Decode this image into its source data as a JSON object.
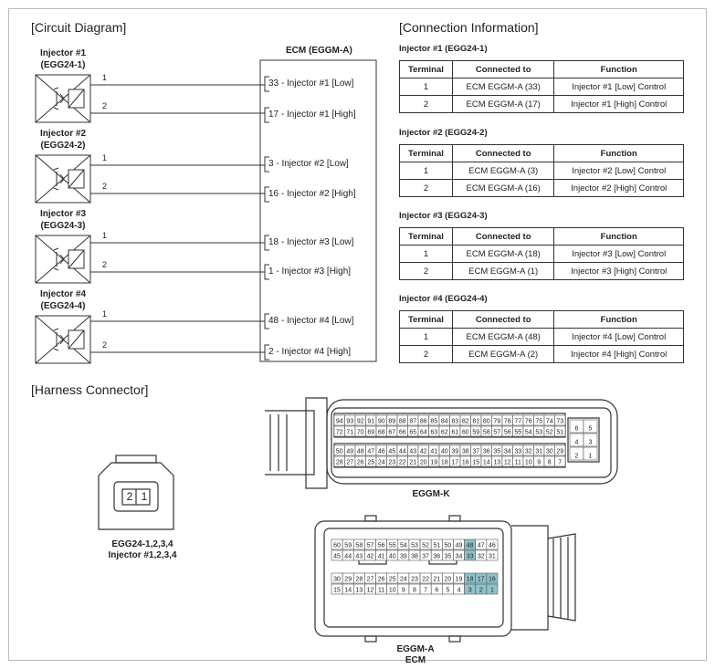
{
  "sections": {
    "circuit": "[Circuit Diagram]",
    "connection": "[Connection Information]",
    "harness": "[Harness Connector]"
  },
  "ecm_title": "ECM (EGGM-A)",
  "injectors": [
    {
      "title1": "Injector #1",
      "title2": "(EGG24-1)",
      "pin1": "1",
      "pin2": "2",
      "ecm_low": "33 - Injector #1 [Low]",
      "ecm_high": "17 - Injector #1 [High]"
    },
    {
      "title1": "Injector #2",
      "title2": "(EGG24-2)",
      "pin1": "1",
      "pin2": "2",
      "ecm_low": "3 - Injector #2 [Low]",
      "ecm_high": "16 - Injector #2 [High]"
    },
    {
      "title1": "Injector #3",
      "title2": "(EGG24-3)",
      "pin1": "1",
      "pin2": "2",
      "ecm_low": "18 - Injector #3 [Low]",
      "ecm_high": "1 - Injector #3 [High]"
    },
    {
      "title1": "Injector #4",
      "title2": "(EGG24-4)",
      "pin1": "1",
      "pin2": "2",
      "ecm_low": "48 - Injector #4 [Low]",
      "ecm_high": "2 - Injector #4 [High]"
    }
  ],
  "tables": [
    {
      "title": "Injector #1 (EGG24-1)",
      "headers": [
        "Terminal",
        "Connected to",
        "Function"
      ],
      "rows": [
        [
          "1",
          "ECM EGGM-A (33)",
          "Injector #1 [Low] Control"
        ],
        [
          "2",
          "ECM EGGM-A (17)",
          "Injector #1 [High] Control"
        ]
      ]
    },
    {
      "title": "Injector #2 (EGG24-2)",
      "headers": [
        "Terminal",
        "Connected to",
        "Function"
      ],
      "rows": [
        [
          "1",
          "ECM EGGM-A (3)",
          "Injector #2 [Low] Control"
        ],
        [
          "2",
          "ECM EGGM-A (16)",
          "Injector #2 [High] Control"
        ]
      ]
    },
    {
      "title": "Injector #3 (EGG24-3)",
      "headers": [
        "Terminal",
        "Connected to",
        "Function"
      ],
      "rows": [
        [
          "1",
          "ECM EGGM-A (18)",
          "Injector #3 [Low] Control"
        ],
        [
          "2",
          "ECM EGGM-A (1)",
          "Injector #3 [High] Control"
        ]
      ]
    },
    {
      "title": "Injector #4 (EGG24-4)",
      "headers": [
        "Terminal",
        "Connected to",
        "Function"
      ],
      "rows": [
        [
          "1",
          "ECM EGGM-A (48)",
          "Injector #4 [Low] Control"
        ],
        [
          "2",
          "ECM EGGM-A (2)",
          "Injector #4 [High] Control"
        ]
      ]
    }
  ],
  "injector_connector": {
    "pins": [
      "2",
      "1"
    ],
    "label1": "EGG24-1,2,3,4",
    "label2": "Injector #1,2,3,4"
  },
  "eggm_k": {
    "label": "EGGM-K",
    "rows": [
      [
        "94",
        "93",
        "92",
        "91",
        "90",
        "89",
        "88",
        "87",
        "86",
        "85",
        "84",
        "83",
        "82",
        "81",
        "80",
        "79",
        "78",
        "77",
        "76",
        "75",
        "74",
        "73"
      ],
      [
        "72",
        "71",
        "70",
        "69",
        "68",
        "67",
        "66",
        "65",
        "64",
        "63",
        "62",
        "61",
        "60",
        "59",
        "58",
        "57",
        "56",
        "55",
        "54",
        "53",
        "52",
        "51"
      ],
      [
        "50",
        "49",
        "48",
        "47",
        "46",
        "45",
        "44",
        "43",
        "42",
        "41",
        "40",
        "39",
        "38",
        "37",
        "36",
        "35",
        "34",
        "33",
        "32",
        "31",
        "30",
        "29"
      ],
      [
        "28",
        "27",
        "26",
        "25",
        "24",
        "23",
        "22",
        "21",
        "20",
        "19",
        "18",
        "17",
        "16",
        "15",
        "14",
        "13",
        "12",
        "11",
        "10",
        "9",
        "8",
        "7"
      ]
    ],
    "side": [
      [
        "6",
        "5"
      ],
      [
        "4",
        "3"
      ],
      [
        "2",
        "1"
      ]
    ]
  },
  "eggm_a": {
    "label1": "EGGM-A",
    "label2": "ECM",
    "highlight_color": "#8cc3c9",
    "highlighted": [
      "48",
      "33",
      "18",
      "17",
      "16",
      "3",
      "2",
      "1"
    ],
    "rows": [
      [
        "60",
        "59",
        "58",
        "57",
        "56",
        "55",
        "54",
        "53",
        "52",
        "51",
        "50",
        "49",
        "48",
        "47",
        "46"
      ],
      [
        "45",
        "44",
        "43",
        "42",
        "41",
        "40",
        "39",
        "38",
        "37",
        "36",
        "35",
        "34",
        "33",
        "32",
        "31"
      ],
      [
        "30",
        "29",
        "28",
        "27",
        "26",
        "25",
        "24",
        "23",
        "22",
        "21",
        "20",
        "19",
        "18",
        "17",
        "16"
      ],
      [
        "15",
        "14",
        "13",
        "12",
        "11",
        "10",
        "9",
        "8",
        "7",
        "6",
        "5",
        "4",
        "3",
        "2",
        "1"
      ]
    ]
  }
}
